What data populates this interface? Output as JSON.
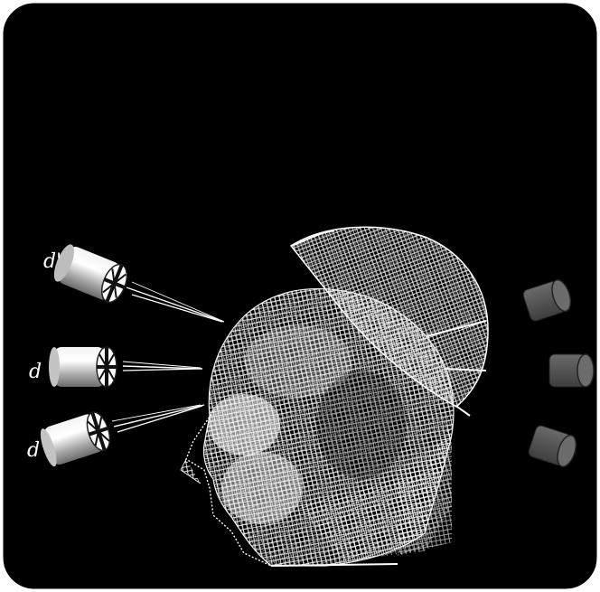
{
  "labels": {
    "source_top": "d'",
    "source_middle": "d",
    "source_bottom": "d"
  },
  "colors": {
    "background": "#000000",
    "frame": "#ffffff",
    "wireframe": "#ffffff",
    "cap_mesh": "#d8d8d8",
    "detector_gray": "#5a5a5a"
  },
  "icons": {
    "source": "cylinder-source-icon",
    "detector": "cylinder-detector-icon"
  }
}
